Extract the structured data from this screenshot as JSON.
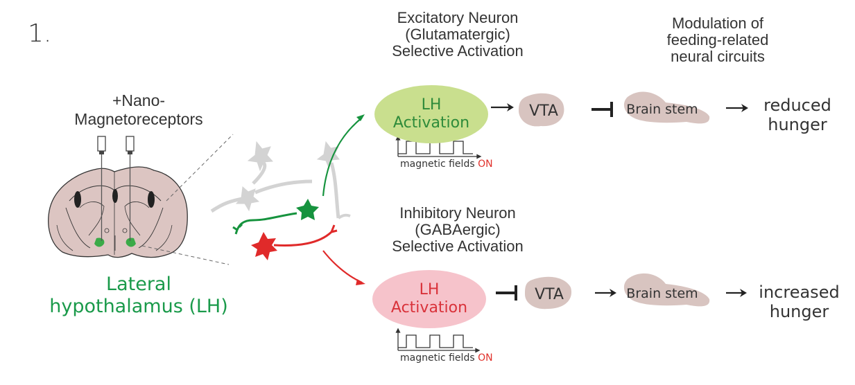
{
  "figure_number": "1.",
  "left": {
    "probe_label_line1": "+Nano-",
    "probe_label_line2": "Magnetoreceptors",
    "region_label_line1": "Lateral",
    "region_label_line2": "hypothalamus (LH)"
  },
  "headers": {
    "excitatory_line1": "Excitatory Neuron",
    "excitatory_line2": "(Glutamatergic)",
    "excitatory_line3": "Selective Activation",
    "modulation_line1": "Modulation of",
    "modulation_line2": "feeding-related",
    "modulation_line3": "neural circuits",
    "inhibitory_line1": "Inhibitory Neuron",
    "inhibitory_line2": "(GABAergic)",
    "inhibitory_line3": "Selective Activation"
  },
  "pathways": [
    {
      "name": "excitatory",
      "color": "#2e8b3a",
      "node_line1": "LH",
      "node_line2": "Activation",
      "stimulus_label": "magnetic fields",
      "stimulus_state": "ON",
      "vta_label": "VTA",
      "brainstem_label": "Brain stem",
      "link1": "activates",
      "link2": "inhibits",
      "link3": "leads to",
      "outcome_line1": "reduced",
      "outcome_line2": "hunger"
    },
    {
      "name": "inhibitory",
      "color": "#d9323a",
      "node_line1": "LH",
      "node_line2": "Activation",
      "stimulus_label": "magnetic fields",
      "stimulus_state": "ON",
      "vta_label": "VTA",
      "brainstem_label": "Brain stem",
      "link1": "inhibits",
      "link2": "activates",
      "link3": "leads to",
      "outcome_line1": "increased",
      "outcome_line2": "hunger"
    }
  ],
  "colors": {
    "excitatory": "#1a9a4a",
    "inhibitory": "#e0302a",
    "brain_tissue": "#dcc5c2",
    "target_blob": "#d8c4c0",
    "ellipse_green": "#c9df8e",
    "ellipse_red": "#f6c3cb"
  }
}
